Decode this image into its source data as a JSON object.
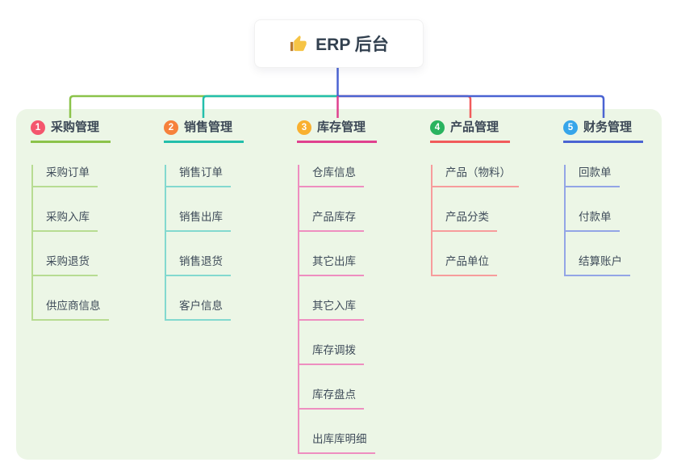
{
  "root": {
    "title": "ERP 后台",
    "icon": "thumbs-up-icon"
  },
  "colors": {
    "panel_bg": "#ecf6e6",
    "root_connector": "#4a63d2",
    "title_text": "#32404f",
    "node_text": "#3c4856"
  },
  "branches": [
    {
      "number": "1",
      "label": "采购管理",
      "line_color": "#8bc34a",
      "child_line_color": "#b7dc92",
      "badge_color": "#f4566d",
      "children": [
        "采购订单",
        "采购入库",
        "采购退货",
        "供应商信息"
      ]
    },
    {
      "number": "2",
      "label": "销售管理",
      "line_color": "#23bfab",
      "child_line_color": "#83d9cf",
      "badge_color": "#f6813c",
      "children": [
        "销售订单",
        "销售出库",
        "销售退货",
        "客户信息"
      ]
    },
    {
      "number": "3",
      "label": "库存管理",
      "line_color": "#e0418f",
      "child_line_color": "#ee8ec0",
      "badge_color": "#f9b02f",
      "children": [
        "仓库信息",
        "产品库存",
        "其它出库",
        "其它入库",
        "库存调拨",
        "库存盘点",
        "出库库明细"
      ]
    },
    {
      "number": "4",
      "label": "产品管理",
      "line_color": "#f15b5b",
      "child_line_color": "#f79c9c",
      "badge_color": "#29b35f",
      "children": [
        "产品（物料）",
        "产品分类",
        "产品单位"
      ]
    },
    {
      "number": "5",
      "label": "财务管理",
      "line_color": "#4a63d2",
      "child_line_color": "#93a5e6",
      "badge_color": "#36a5ea",
      "children": [
        "回款单",
        "付款单",
        "结算账户"
      ]
    }
  ]
}
